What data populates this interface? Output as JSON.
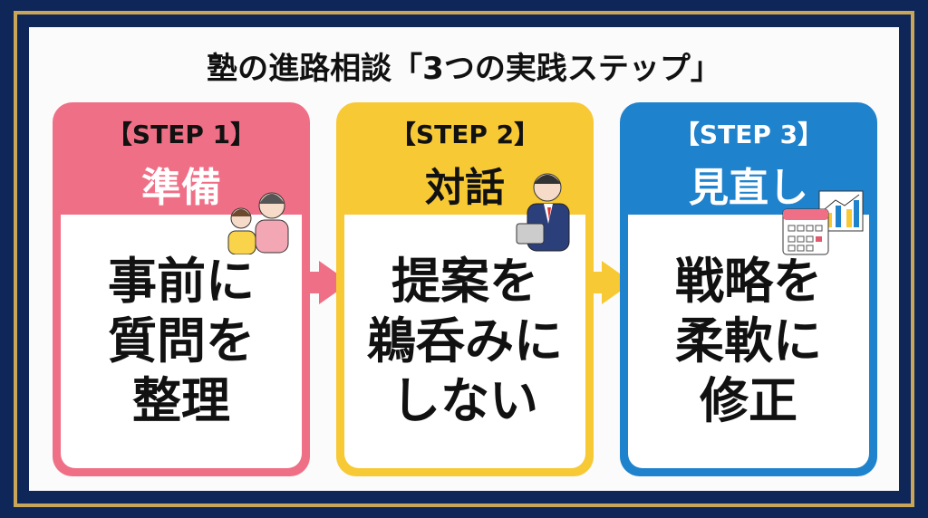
{
  "title": "塾の進路相談「3つの実践ステップ」",
  "steps": [
    {
      "label": "【STEP 1】",
      "heading": "準備",
      "lines": [
        "事前に",
        "質問を",
        "整理"
      ],
      "color": "#ef6f86",
      "illustration": "parent-child-icon"
    },
    {
      "label": "【STEP 2】",
      "heading": "対話",
      "lines": [
        "提案を",
        "鵜呑みに",
        "しない"
      ],
      "color": "#f7c935",
      "illustration": "teacher-tablet-icon"
    },
    {
      "label": "【STEP 3】",
      "heading": "見直し",
      "lines": [
        "戦略を",
        "柔軟に",
        "修正"
      ],
      "color": "#1f82cc",
      "illustration": "calendar-chart-icon"
    }
  ]
}
